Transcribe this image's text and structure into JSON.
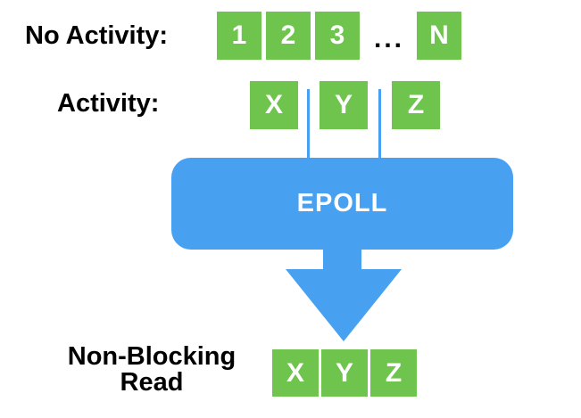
{
  "diagram": {
    "title": "EPOLL non-blocking read diagram",
    "colors": {
      "green": "#6FC44D",
      "blue": "#47A0F0",
      "label": "#000000",
      "box_text": "#FFFFFF",
      "bg": "#FFFFFF"
    },
    "no_activity": {
      "label": "No Activity:",
      "boxes": [
        "1",
        "2",
        "3"
      ],
      "ellipsis": "...",
      "box_n": "N"
    },
    "activity": {
      "label": "Activity:",
      "boxes": [
        "X",
        "Y",
        "Z"
      ]
    },
    "epoll": {
      "label": "EPOLL"
    },
    "result": {
      "label_line1": "Non-Blocking",
      "label_line2": "Read",
      "boxes": [
        "X",
        "Y",
        "Z"
      ]
    }
  }
}
